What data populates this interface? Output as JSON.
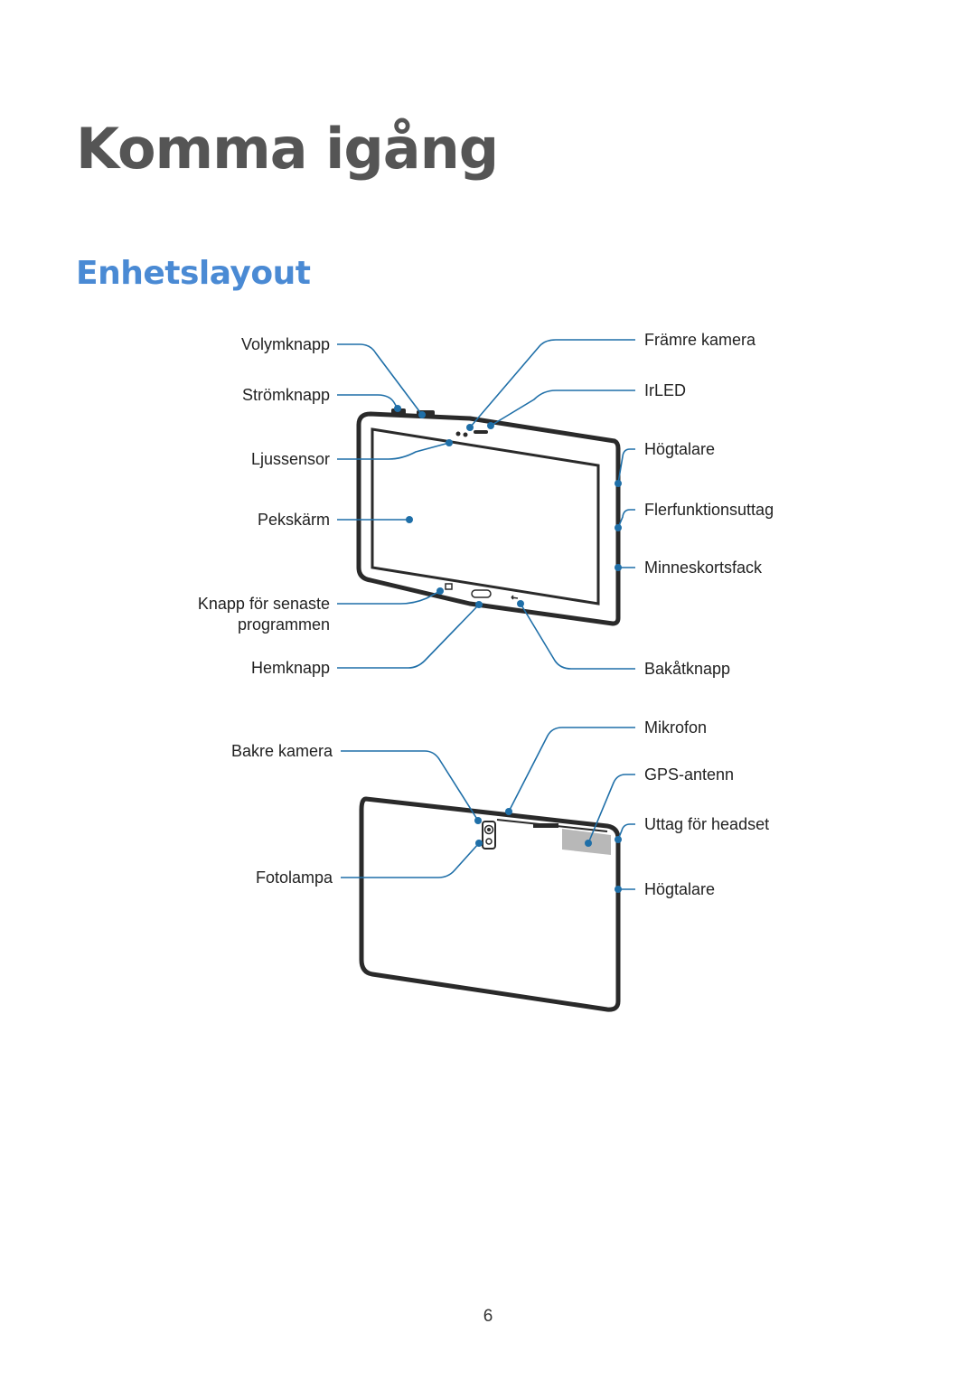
{
  "heading": "Komma igång",
  "section_title": "Enhetslayout",
  "front_labels": {
    "volume_button": "Volymknapp",
    "power_button": "Strömknapp",
    "light_sensor": "Ljussensor",
    "touch_screen": "Pekskärm",
    "recent_apps_line1": "Knapp för senaste",
    "recent_apps_line2": "programmen",
    "home_button": "Hemknapp",
    "front_camera": "Främre kamera",
    "irled": "IrLED",
    "speaker": "Högtalare",
    "multipurpose_jack": "Flerfunktionsuttag",
    "memory_card_slot": "Minneskortsfack",
    "back_button": "Bakåtknapp"
  },
  "back_labels": {
    "rear_camera": "Bakre kamera",
    "flash": "Fotolampa",
    "microphone": "Mikrofon",
    "gps_antenna": "GPS-antenn",
    "headset_jack": "Uttag för headset",
    "speaker": "Högtalare"
  },
  "page_number": "6",
  "colors": {
    "callout": "#1f6fa8",
    "heading": "#555555",
    "section": "#4a8ad4"
  }
}
